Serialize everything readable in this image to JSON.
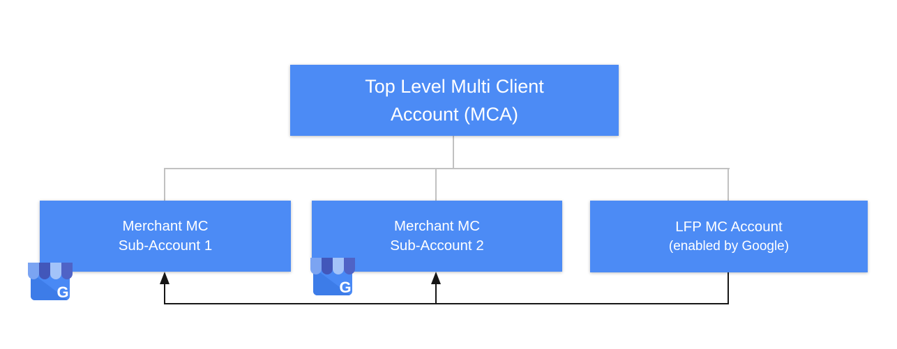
{
  "diagram": {
    "root_box": {
      "line1": "Top Level Multi Client",
      "line2": "Account (MCA)"
    },
    "child_boxes": [
      {
        "line1": "Merchant MC",
        "line2": "Sub-Account 1",
        "icon": "google-business-profile-icon"
      },
      {
        "line1": "Merchant MC",
        "line2": "Sub-Account 2",
        "icon": "google-business-profile-icon"
      },
      {
        "line1": "LFP MC Account",
        "line2": "(enabled by Google)",
        "icon": null
      }
    ],
    "icon_letter": "G",
    "colors": {
      "box_fill": "#4c8bf5",
      "box_text": "#ffffff",
      "hierarchy_line": "#c1c1c1",
      "feed_line": "#161616",
      "icon_body": "#4989f5",
      "icon_body_shade": "#3d7ce8",
      "icon_awning_light_1": "#7ba4f2",
      "icon_awning_dark_1": "#4257ba",
      "icon_awning_light_2": "#a3c3f9",
      "icon_awning_dark_2": "#4f63c6"
    }
  }
}
